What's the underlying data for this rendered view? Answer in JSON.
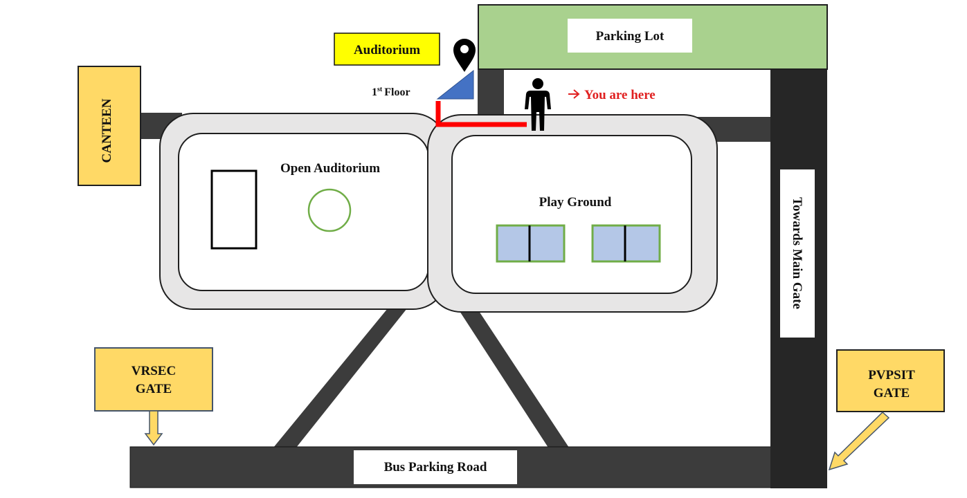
{
  "labels": {
    "parking_lot": "Parking Lot",
    "auditorium": "Auditorium",
    "floor_number": "1",
    "floor_suffix": "st",
    "floor_word": "Floor",
    "you_are_here": "You are here",
    "canteen": "CANTEEN",
    "open_auditorium": "Open Auditorium",
    "play_ground": "Play Ground",
    "towards_main_gate": "Towards Main Gate",
    "vrsec_gate_line1": "VRSEC",
    "vrsec_gate_line2": "GATE",
    "pvpsit_gate_line1": "PVPSIT",
    "pvpsit_gate_line2": "GATE",
    "bus_parking_road": "Bus Parking Road"
  },
  "icons": [
    "location-pin-icon",
    "person-icon",
    "arrow-right-icon",
    "gate-arrow-icon"
  ],
  "colors": {
    "road": "#3c3c3c",
    "road_dark": "#262626",
    "parking_green": "#a9d18e",
    "yellow_box": "#ffd966",
    "highlight_yellow": "#ffff00",
    "block_fill": "#e7e6e6",
    "court_blue": "#b4c7e7",
    "court_border": "#70ad47",
    "route_red": "#ff0000",
    "here_text": "#e02020",
    "stairs_blue": "#4472c4"
  }
}
